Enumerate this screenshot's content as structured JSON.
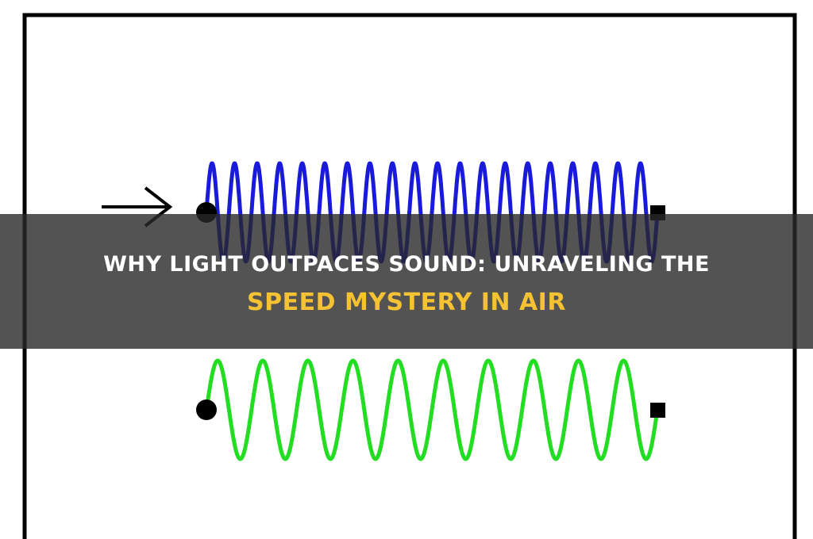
{
  "diagram": {
    "top_wave": {
      "cycles": 20,
      "color": "#1a1adb"
    },
    "bottom_wave": {
      "cycles": 10,
      "color": "#22dd22"
    },
    "arrow_color": "#000000",
    "frame_color": "#000000",
    "marker_color": "#000000"
  },
  "headline": {
    "line1": "WHY LIGHT OUTPACES SOUND: UNRAVELING THE",
    "line2": "SPEED MYSTERY IN AIR",
    "line1_color": "#ffffff",
    "line2_color": "#f5c233",
    "banner_color": "#282828"
  }
}
